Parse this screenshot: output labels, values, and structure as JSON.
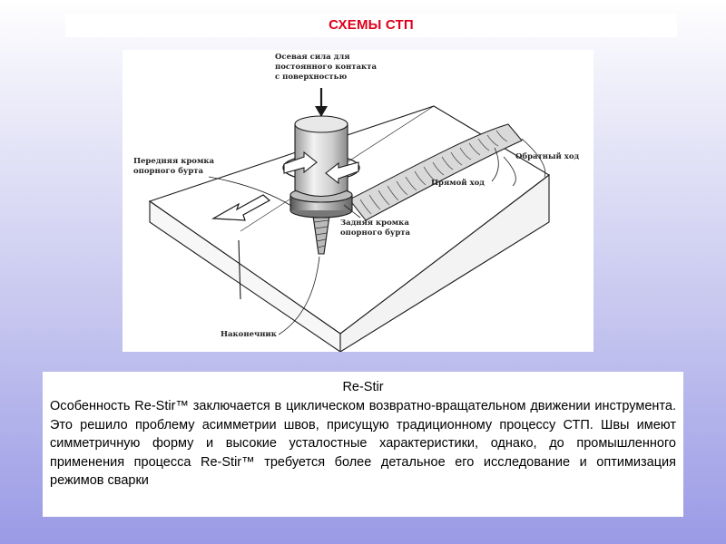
{
  "slide": {
    "title": "СХЕМЫ СТП"
  },
  "figure": {
    "labels": {
      "axial_force": [
        "Осевая сила для",
        "постоянного контакта",
        "с поверхностью"
      ],
      "leading_edge": [
        "Передняя кромка",
        "опорного бурта"
      ],
      "trailing_edge": [
        "Задняя кромка",
        "опорного бурта"
      ],
      "retreating_side": "Обратный ход",
      "advancing_side": "Прямой ход",
      "pin": "Наконечник"
    }
  },
  "textbox": {
    "title": "Re-Stir",
    "body": "Особенность Re-Stir™ заключается в циклическом возвратно-вращательном движении инструмента. Это решило проблему асимметрии швов, присущую традиционному процессу СТП. Швы имеют симметричную форму и высокие усталостные характеристики, однако, до промышленного применения процесса Re-Stir™ требуется более детальное его исследование и оптимизация режимов сварки"
  },
  "colors": {
    "title_red": "#e0001b",
    "line": "#1a1a1a"
  }
}
